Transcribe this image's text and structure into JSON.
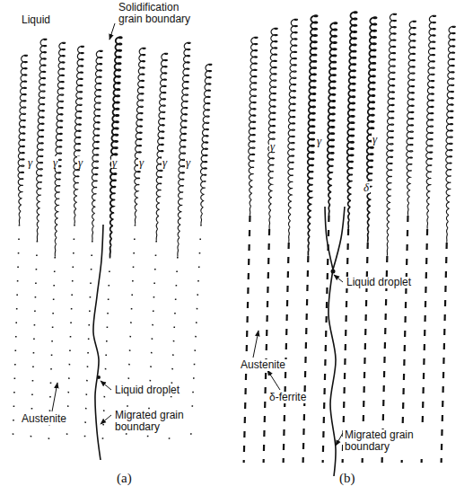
{
  "diagram": {
    "labels": [
      "Liquid",
      "Solidification grain boundary",
      "γ",
      "γ",
      "γ",
      "γ",
      "γ",
      "γ",
      "γ",
      "Liquid droplet",
      "Migrated grain boundary",
      "Austenite",
      "(a)",
      "γ",
      "γ",
      "γ",
      "δ",
      "Liquid droplet",
      "Austenite",
      "δ-ferrite",
      "Migrated grain boundary",
      "(b)"
    ]
  }
}
